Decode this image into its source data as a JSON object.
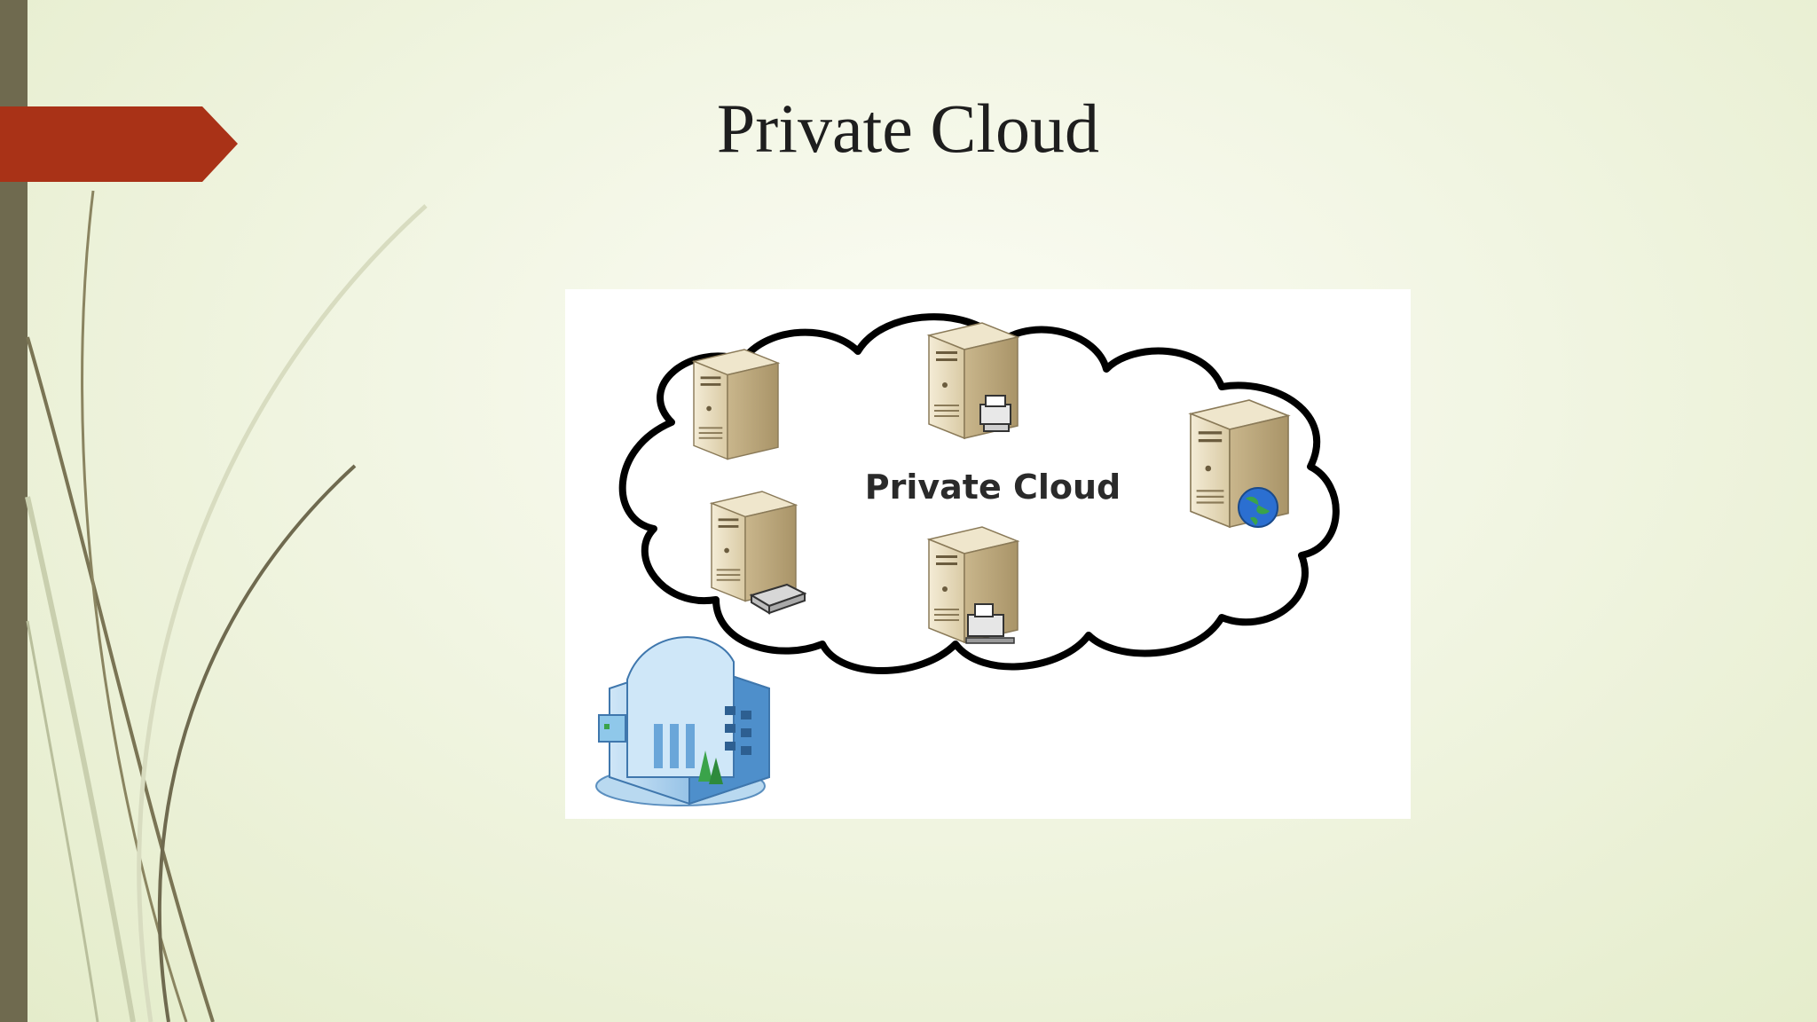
{
  "slide": {
    "title": "Private Cloud"
  },
  "diagram": {
    "cloud_label": "Private Cloud",
    "nodes": [
      "server",
      "server",
      "server",
      "server",
      "server",
      "office-building"
    ],
    "icons": [
      "server-icon",
      "globe-icon",
      "printer-icon",
      "scanner-icon",
      "fax-icon",
      "building-icon"
    ],
    "colors": {
      "accent_tab": "#a93217",
      "left_bar": "#6f6a4f",
      "cloud_outline": "#000000",
      "server_body": "#e8dcc0",
      "building": "#7fb5e0"
    }
  }
}
